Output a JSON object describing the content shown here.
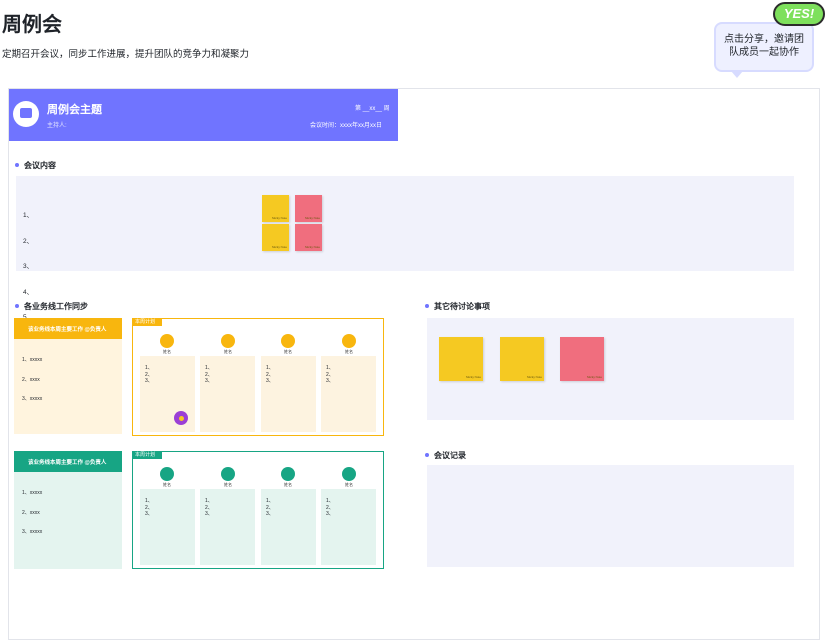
{
  "page": {
    "title": "周例会",
    "subtitle": "定期召开会议，同步工作进展，提升团队的竞争力和凝聚力"
  },
  "share_hint": {
    "line1": "点击分享，邀请团",
    "line2": "队成员一起协作",
    "sticker": "YES!"
  },
  "header": {
    "title": "周例会主题",
    "host_label": "主持人:",
    "week_label": "第 __xx__ 周",
    "time_label": "会议时间：xxxx年xx月xx日",
    "icon": "chat-icon"
  },
  "sections": {
    "content": "会议内容",
    "sync": "各业务线工作同步",
    "other": "其它待讨论事项",
    "record": "会议记录"
  },
  "content_list": [
    "1、",
    "2、",
    "3、",
    "4、",
    "5",
    "..."
  ],
  "sticky_tag": "Sticky Note",
  "owner_cards": [
    {
      "title": "该业务线本周主要工作 @负责人",
      "items": [
        "1、xxxxx",
        "2、xxxx",
        "3、xxxxx"
      ]
    },
    {
      "title": "该业务线本周主要工作 @负责人",
      "items": [
        "1、xxxxx",
        "2、xxxx",
        "3、xxxxx"
      ]
    }
  ],
  "plan_tag": "本周计划",
  "member_name": "姓名",
  "member_items": [
    "1、",
    "2、",
    "3、"
  ],
  "colors": {
    "accent": "#7074ff",
    "orange": "#f8b60e",
    "green": "#17a584",
    "sticky_yellow": "#f5c922",
    "sticky_pink": "#f06e7e"
  }
}
